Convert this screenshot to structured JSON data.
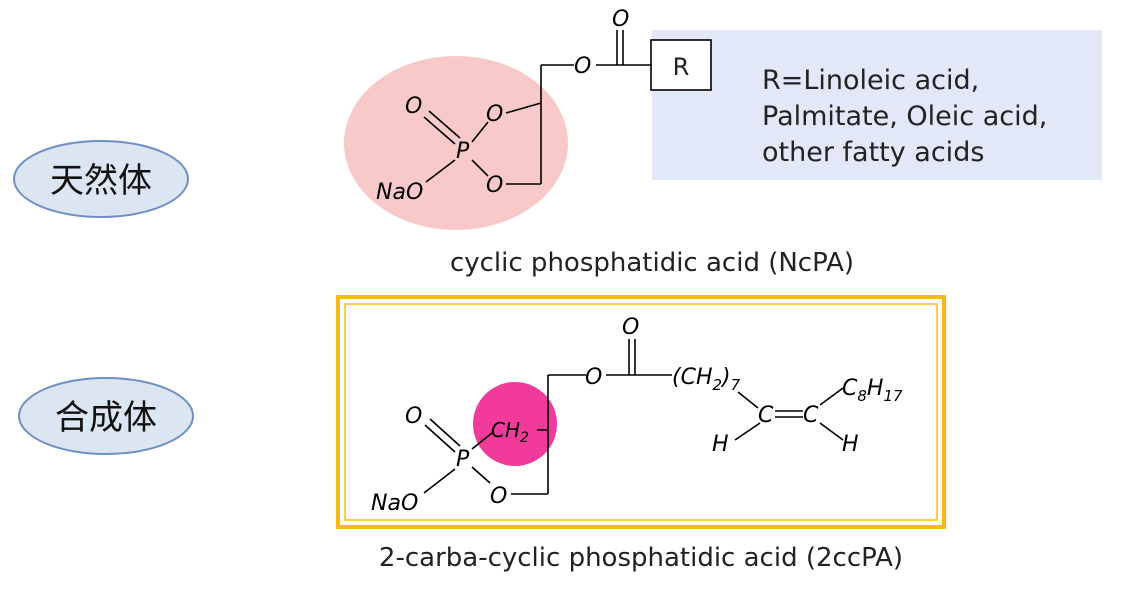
{
  "natural": {
    "badge": "天然体",
    "note_lines": [
      "R=Linoleic acid,",
      "Palmitate, Oleic acid,",
      "other fatty acids"
    ],
    "caption": "cyclic phosphatidic acid (NcPA)",
    "atoms": {
      "o_top": "O",
      "o_ester": "O",
      "r_group": "R",
      "o_double": "O",
      "p": "P",
      "o_ring_top": "O",
      "o_ring_bottom": "O",
      "nao": "NaO"
    }
  },
  "synthetic": {
    "badge": "合成体",
    "caption": "2-carba-cyclic phosphatidic acid (2ccPA)",
    "atoms": {
      "o_top": "O",
      "o_ester": "O",
      "chain": "(CH",
      "chain_sub": "2",
      "chain_close": ")",
      "chain_count": "7",
      "c_left": "C",
      "c_right": "C",
      "c8h17_c": "C",
      "c8h17_8": "8",
      "c8h17_h": "H",
      "c8h17_17": "17",
      "h_left": "H",
      "h_right": "H",
      "o_double": "O",
      "p": "P",
      "ch2": "CH",
      "ch2_sub": "2",
      "o_ring": "O",
      "nao": "NaO"
    }
  },
  "colors": {
    "badge_fill": "#dce6f2",
    "badge_stroke": "#6f8fc4",
    "pink_circle": "#f8c9c9",
    "magenta_circle": "#f23a9a",
    "note_box": "#e3e8f8",
    "gold_frame": "#f5bb10"
  }
}
